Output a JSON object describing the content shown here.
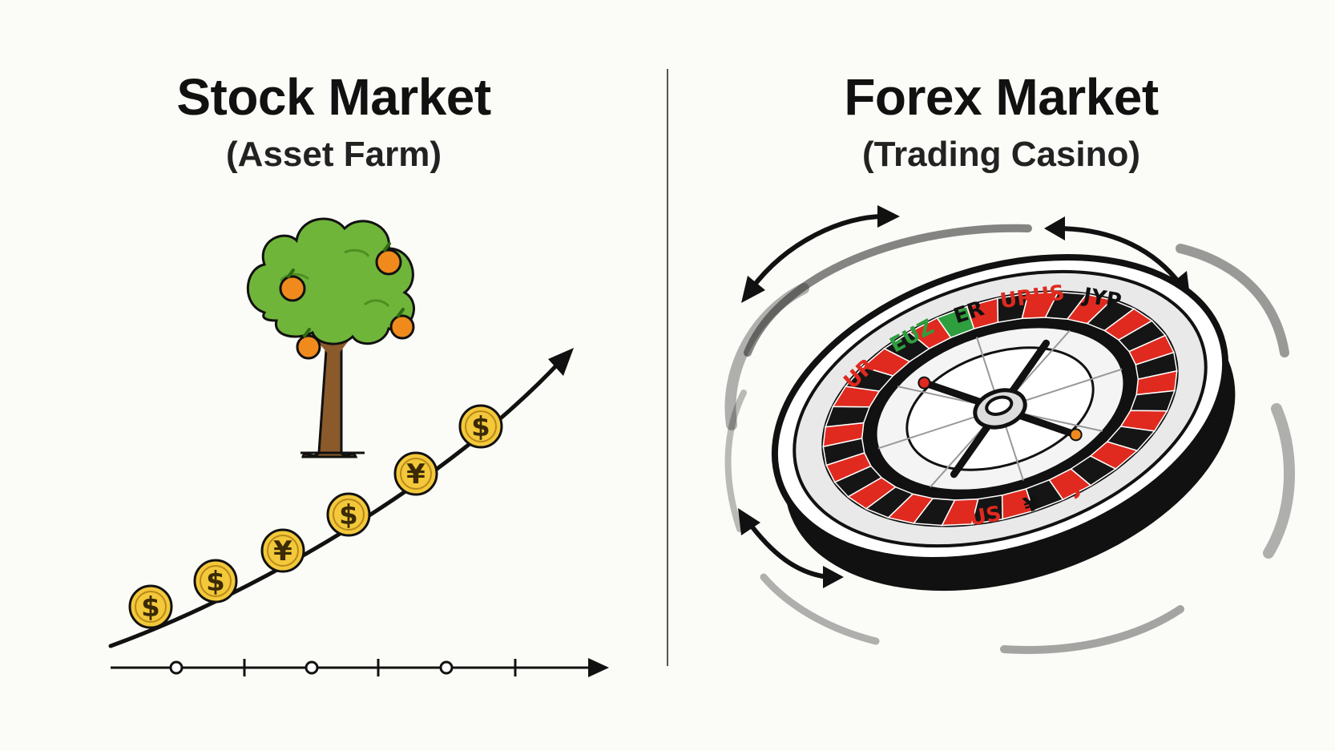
{
  "left": {
    "title": "Stock Market",
    "subtitle": "(Asset Farm)",
    "coins": [
      "$",
      "$",
      "¥",
      "$",
      "¥",
      "$"
    ]
  },
  "right": {
    "title": "Forex Market",
    "subtitle": "(Trading Casino)",
    "wheel_labels": [
      "UR",
      "EUZ",
      "ER",
      "URUS",
      "JYP",
      "US",
      "¥",
      "J"
    ]
  },
  "colors": {
    "leaf": "#6fb53a",
    "trunk": "#8b5a2b",
    "fruit": "#f08a1c",
    "coin": "#f3c83a",
    "wheel_red": "#e02a1f",
    "wheel_green": "#2e9e3e"
  }
}
